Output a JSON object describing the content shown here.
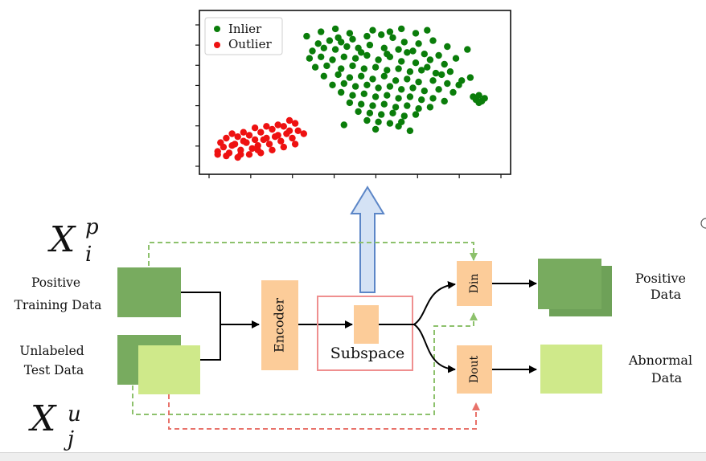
{
  "scatter": {
    "legend": [
      {
        "label": "Inlier",
        "color": "#0a7d0a"
      },
      {
        "label": "Outlier",
        "color": "#ee1111"
      }
    ],
    "x_ticks": 8,
    "y_ticks": 8,
    "grid": false
  },
  "chart_data": {
    "type": "scatter",
    "xlim": [
      0,
      100
    ],
    "ylim": [
      0,
      100
    ],
    "series": [
      {
        "name": "Inlier",
        "color": "#0a7d0a",
        "points": [
          [
            38,
            83
          ],
          [
            42,
            85
          ],
          [
            45,
            87
          ],
          [
            50,
            86
          ],
          [
            55,
            88
          ],
          [
            60,
            89
          ],
          [
            64,
            87
          ],
          [
            68,
            84
          ],
          [
            73,
            83
          ],
          [
            78,
            85
          ],
          [
            83,
            81
          ],
          [
            90,
            79
          ],
          [
            36,
            78
          ],
          [
            40,
            80
          ],
          [
            44,
            79
          ],
          [
            48,
            81
          ],
          [
            52,
            80
          ],
          [
            56,
            82
          ],
          [
            61,
            80
          ],
          [
            66,
            79
          ],
          [
            71,
            78
          ],
          [
            75,
            76
          ],
          [
            80,
            75
          ],
          [
            86,
            73
          ],
          [
            35,
            73
          ],
          [
            39,
            74
          ],
          [
            43,
            72
          ],
          [
            47,
            74
          ],
          [
            51,
            73
          ],
          [
            55,
            75
          ],
          [
            59,
            72
          ],
          [
            63,
            74
          ],
          [
            67,
            71
          ],
          [
            72,
            70
          ],
          [
            77,
            72
          ],
          [
            82,
            69
          ],
          [
            37,
            67
          ],
          [
            41,
            68
          ],
          [
            46,
            66
          ],
          [
            50,
            68
          ],
          [
            54,
            66
          ],
          [
            58,
            67
          ],
          [
            62,
            65
          ],
          [
            66,
            66
          ],
          [
            70,
            64
          ],
          [
            74,
            65
          ],
          [
            79,
            63
          ],
          [
            84,
            64
          ],
          [
            40,
            61
          ],
          [
            45,
            62
          ],
          [
            49,
            60
          ],
          [
            53,
            61
          ],
          [
            57,
            59
          ],
          [
            61,
            61
          ],
          [
            65,
            58
          ],
          [
            69,
            59
          ],
          [
            73,
            57
          ],
          [
            78,
            58
          ],
          [
            83,
            56
          ],
          [
            88,
            58
          ],
          [
            43,
            55
          ],
          [
            47,
            56
          ],
          [
            51,
            54
          ],
          [
            55,
            55
          ],
          [
            59,
            53
          ],
          [
            63,
            54
          ],
          [
            67,
            52
          ],
          [
            71,
            53
          ],
          [
            75,
            51
          ],
          [
            80,
            52
          ],
          [
            85,
            50
          ],
          [
            46,
            50
          ],
          [
            50,
            48
          ],
          [
            54,
            49
          ],
          [
            58,
            47
          ],
          [
            62,
            48
          ],
          [
            66,
            46
          ],
          [
            70,
            47
          ],
          [
            74,
            45
          ],
          [
            78,
            46
          ],
          [
            82,
            44
          ],
          [
            49,
            43
          ],
          [
            53,
            42
          ],
          [
            57,
            41
          ],
          [
            61,
            42
          ],
          [
            65,
            40
          ],
          [
            69,
            41
          ],
          [
            73,
            39
          ],
          [
            77,
            40
          ],
          [
            52,
            37
          ],
          [
            56,
            36
          ],
          [
            60,
            35
          ],
          [
            64,
            36
          ],
          [
            68,
            34
          ],
          [
            72,
            35
          ],
          [
            55,
            31
          ],
          [
            59,
            30
          ],
          [
            63,
            29
          ],
          [
            67,
            30
          ],
          [
            47,
            28
          ],
          [
            58,
            25
          ],
          [
            66,
            27
          ],
          [
            70,
            24
          ],
          [
            92,
            47
          ],
          [
            93,
            45
          ],
          [
            94,
            48
          ],
          [
            95,
            44
          ],
          [
            96,
            46
          ],
          [
            94,
            43
          ],
          [
            39,
            91
          ],
          [
            44,
            93
          ],
          [
            49,
            90
          ],
          [
            57,
            92
          ],
          [
            63,
            91
          ],
          [
            67,
            93
          ],
          [
            72,
            90
          ],
          [
            76,
            92
          ],
          [
            34,
            88
          ],
          [
            46,
            84
          ],
          [
            53,
            77
          ],
          [
            62,
            76
          ],
          [
            69,
            77
          ],
          [
            76,
            67
          ],
          [
            81,
            62
          ],
          [
            87,
            55
          ],
          [
            91,
            60
          ]
        ]
      },
      {
        "name": "Outlier",
        "color": "#ee1111",
        "points": [
          [
            3,
            10
          ],
          [
            5,
            13
          ],
          [
            7,
            9
          ],
          [
            9,
            15
          ],
          [
            11,
            11
          ],
          [
            13,
            16
          ],
          [
            15,
            12
          ],
          [
            17,
            14
          ],
          [
            19,
            18
          ],
          [
            21,
            15
          ],
          [
            23,
            20
          ],
          [
            25,
            17
          ],
          [
            27,
            22
          ],
          [
            29,
            19
          ],
          [
            31,
            24
          ],
          [
            4,
            16
          ],
          [
            6,
            19
          ],
          [
            8,
            14
          ],
          [
            10,
            20
          ],
          [
            12,
            17
          ],
          [
            14,
            21
          ],
          [
            16,
            18
          ],
          [
            18,
            23
          ],
          [
            20,
            19
          ],
          [
            22,
            25
          ],
          [
            24,
            21
          ],
          [
            26,
            27
          ],
          [
            28,
            24
          ],
          [
            30,
            29
          ],
          [
            6,
            7
          ],
          [
            10,
            6
          ],
          [
            14,
            8
          ],
          [
            18,
            9
          ],
          [
            22,
            11
          ],
          [
            26,
            13
          ],
          [
            30,
            15
          ],
          [
            33,
            22
          ],
          [
            12,
            23
          ],
          [
            16,
            26
          ],
          [
            20,
            27
          ],
          [
            24,
            28
          ],
          [
            28,
            31
          ],
          [
            8,
            22
          ],
          [
            3,
            8
          ],
          [
            11,
            8
          ],
          [
            17,
            11
          ]
        ]
      }
    ]
  },
  "diagram": {
    "xp_base": "X",
    "xp_sub": "i",
    "xp_sup": "p",
    "xu_base": "X",
    "xu_sub": "j",
    "xu_sup": "u",
    "positive_training_label": [
      "Positive",
      "Training Data"
    ],
    "unlabeled_test_label": [
      "Unlabeled",
      "Test Data"
    ],
    "encoder_label": "Encoder",
    "subspace_label": "Subspace",
    "din_label": "Din",
    "dout_label": "Dout",
    "positive_data_label": [
      "Positive",
      "Data"
    ],
    "abnormal_data_label": [
      "Abnormal",
      "Data"
    ],
    "colors": {
      "dark_green": "#78ab5f",
      "light_green": "#cfe98a",
      "orange": "#fccc99",
      "pink_border": "#ef8f8f",
      "green_dash": "#8dc16c",
      "red_dash": "#e8726a",
      "blue_arrow_fill": "#d4e2f5",
      "blue_arrow_stroke": "#5c86c7"
    }
  }
}
